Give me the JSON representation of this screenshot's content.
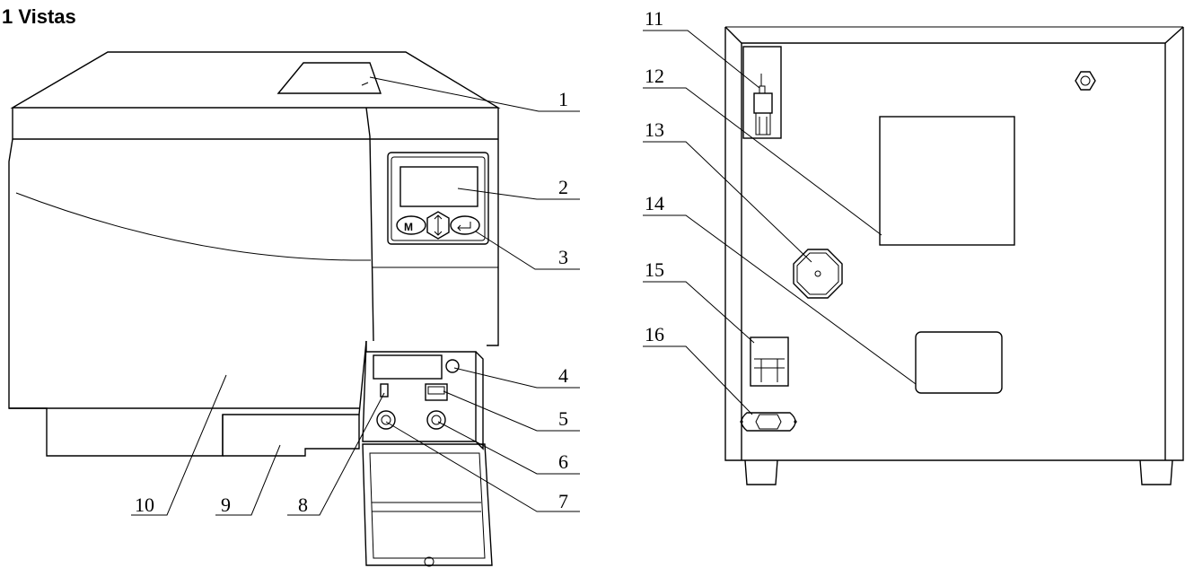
{
  "title": "1 Vistas",
  "callouts": {
    "c1": "1",
    "c2": "2",
    "c3": "3",
    "c4": "4",
    "c5": "5",
    "c6": "6",
    "c7": "7",
    "c8": "8",
    "c9": "9",
    "c10": "10",
    "c11": "11",
    "c12": "12",
    "c13": "13",
    "c14": "14",
    "c15": "15",
    "c16": "16"
  },
  "panel_key_m": "M"
}
